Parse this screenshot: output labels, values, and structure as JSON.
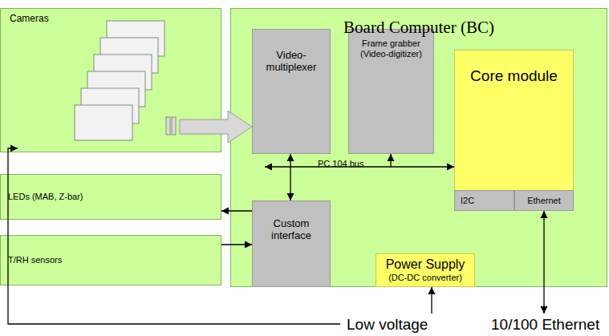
{
  "diagram": {
    "nodes": [
      {
        "text": [
          "Cameras"
        ]
      },
      {
        "text": [
          "Board Computer (BC)"
        ]
      },
      {
        "text": [
          "Video-multiplexer"
        ],
        "in": 1
      },
      {
        "text": [
          "Frame grabber (Video-digitizer)"
        ],
        "in": 1
      },
      {
        "text": [
          "Core module"
        ],
        "in": 1
      },
      {
        "text": [
          "I2C"
        ],
        "in": 4
      },
      {
        "text": [
          "Ethernet"
        ],
        "in": 4
      },
      {
        "text": [
          "LEDs (MAB, Z-bar)"
        ]
      },
      {
        "text": [
          "Custom interface"
        ],
        "in": 1
      },
      {
        "text": [
          "T/RH sensors"
        ]
      },
      {
        "text": [
          "Power Supply",
          "(DC-DC converter)"
        ],
        "in": 1
      }
    ],
    "edges": [
      {
        "from": 0,
        "to": 2,
        "arrow": "to"
      },
      {
        "from": 2,
        "to": 8,
        "arrow": "both"
      },
      {
        "from": 3,
        "to": 4,
        "arrow": "both",
        "label": "PC 104 bus"
      },
      {
        "from": 8,
        "to": 7,
        "arrow": "to"
      },
      {
        "from": 9,
        "to": 8,
        "arrow": "to"
      }
    ],
    "labels": [
      "10/100 Ethernet",
      "Low voltage"
    ]
  }
}
